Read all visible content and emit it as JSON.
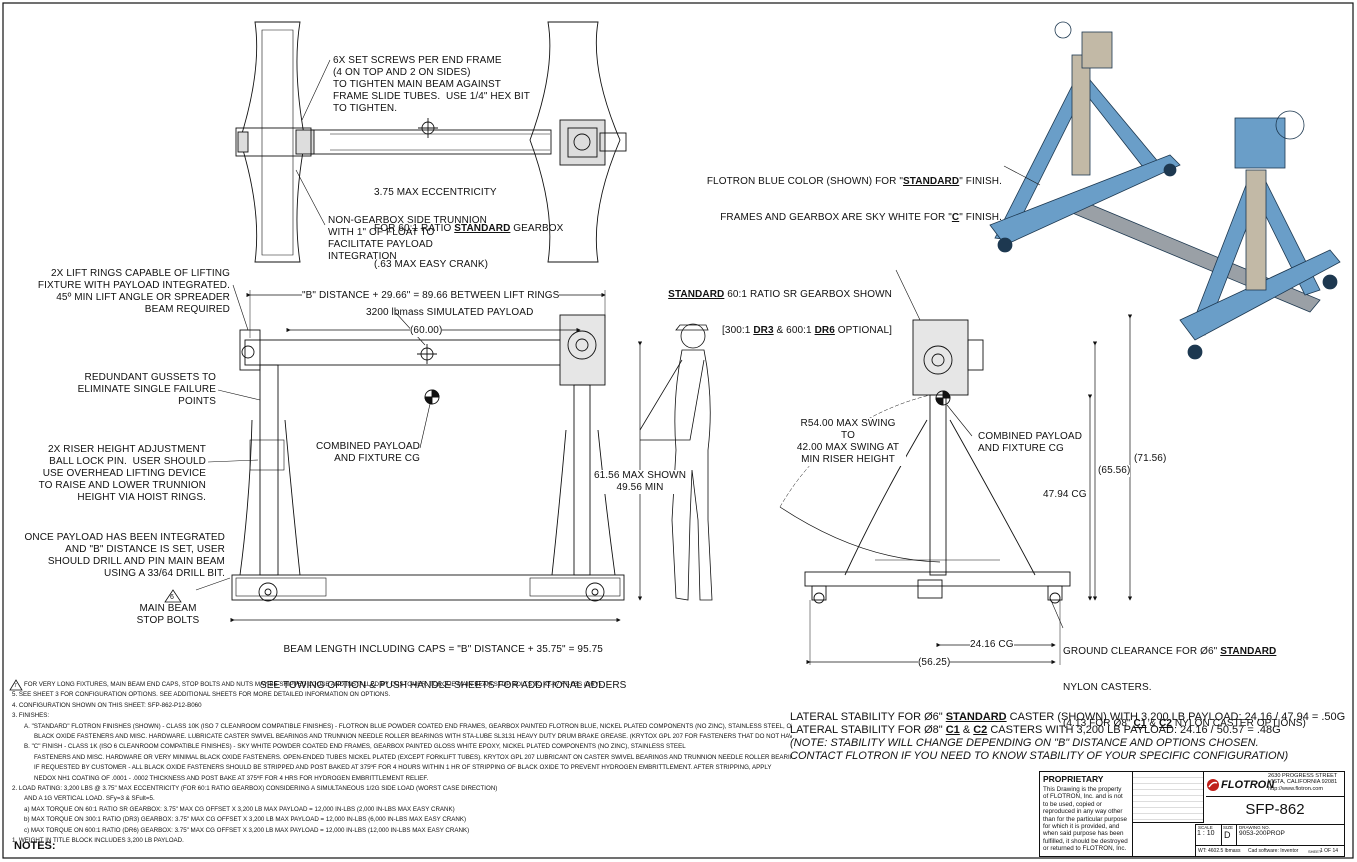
{
  "annotations": {
    "set_screws": "6X SET SCREWS PER END FRAME\n(4 ON TOP AND 2 ON SIDES)\nTO TIGHTEN MAIN BEAM AGAINST\nFRAME SLIDE TUBES.  USE 1/4\" HEX BIT\nTO TIGHTEN.",
    "eccentricity_a": "3.75 MAX ECCENTRICITY",
    "eccentricity_b_pre": "FOR 60:1 RATIO ",
    "eccentricity_b_u": "STANDARD",
    "eccentricity_b_post": " GEARBOX",
    "eccentricity_c": "(.63 MAX EASY CRANK)",
    "trunnion": "NON-GEARBOX SIDE TRUNNION\nWITH 1\" OF FLOAT TO\nFACILITATE PAYLOAD\nINTEGRATION",
    "color_a_pre": "FLOTRON BLUE COLOR (SHOWN) FOR \"",
    "color_a_u": "STANDARD",
    "color_a_post": "\" FINISH.",
    "color_b_pre": "FRAMES AND GEARBOX ARE SKY WHITE FOR \"",
    "color_b_u": "C",
    "color_b_post": "\" FINISH.",
    "lift_rings": "2X LIFT RINGS CAPABLE OF LIFTING\nFIXTURE WITH PAYLOAD INTEGRATED.\n45º MIN LIFT ANGLE OR SPREADER\nBEAM REQUIRED",
    "b_distance_top": "\"B\" DISTANCE + 29.66\" = 89.66 BETWEEN LIFT RINGS",
    "sim_payload": "3200 lbmass SIMULATED PAYLOAD",
    "dim_60": "(60.00)",
    "gussets": "REDUNDANT GUSSETS TO\nELIMINATE SINGLE FAILURE\nPOINTS",
    "combined_cg_left": "COMBINED PAYLOAD\nAND FIXTURE CG",
    "riser_pin": "2X RISER HEIGHT ADJUSTMENT\nBALL LOCK PIN.  USER SHOULD\nUSE OVERHEAD LIFTING DEVICE\nTO RAISE AND LOWER TRUNNION\nHEIGHT VIA HOIST RINGS.",
    "max_shown": "61.56 MAX SHOWN\n49.56 MIN",
    "drill_pin": "ONCE PAYLOAD HAS BEEN INTEGRATED\nAND \"B\" DISTANCE IS SET, USER\nSHOULD DRILL AND PIN MAIN BEAM\nUSING A 33/64 DRILL BIT.",
    "flag6": "6",
    "stop_bolts": "MAIN BEAM\nSTOP BOLTS",
    "beam_length": "BEAM LENGTH INCLUDING CAPS = \"B\" DISTANCE + 35.75\" = 95.75",
    "towing": "SEE TOWING OPTION & PUSH HANDLE SHEETS FOR ADDITIONAL ADDERS",
    "gearbox_std_u": "STANDARD",
    "gearbox_std_post": " 60:1 RATIO SR GEARBOX SHOWN",
    "gearbox_opt_pre": "[300:1 ",
    "gearbox_opt_dr3": "DR3",
    "gearbox_opt_mid": " & 600:1 ",
    "gearbox_opt_dr6": "DR6",
    "gearbox_opt_post": " OPTIONAL]",
    "swing": "R54.00 MAX SWING\nTO\n42.00 MAX SWING AT\nMIN RISER HEIGHT",
    "combined_cg_right": "COMBINED PAYLOAD\nAND FIXTURE CG",
    "dim_7156": "(71.56)",
    "dim_6556": "(65.56)",
    "dim_4794": "47.94 CG",
    "dim_2416": "24.16 CG",
    "dim_5625": "(56.25)",
    "ground_a_pre": "GROUND CLEARANCE FOR Ø6\" ",
    "ground_a_u": "STANDARD",
    "ground_b": "NYLON CASTERS.",
    "ground_c_pre": "(4.13 FOR Ø8\" ",
    "ground_c_c1": "C1",
    "ground_c_mid": " & ",
    "ground_c_c2": "C2",
    "ground_c_post": " NYLON CASTER OPTIONS)"
  },
  "stability": {
    "line1_pre": "LATERAL STABILITY FOR Ø6\" ",
    "line1_u": "STANDARD",
    "line1_post": " CASTER (SHOWN) WITH 3,200 LB PAYLOAD: 24.16 / 47.94 = .50G",
    "line2_pre": "LATERAL STABILITY FOR Ø8\" ",
    "line2_c1": "C1",
    "line2_mid": " & ",
    "line2_c2": "C2",
    "line2_post": " CASTERS WITH 3,200 LB PAYLOAD: 24.16 / 50.57 = .48G",
    "line3": "(NOTE: STABILITY WILL CHANGE DEPENDING ON \"B\" DISTANCE AND OPTIONS CHOSEN.",
    "line4": "CONTACT FLOTRON IF YOU NEED TO KNOW STABILITY OF YOUR SPECIFIC CONFIGURATION)"
  },
  "notes": {
    "title": "NOTES:",
    "lines": [
      "FOR VERY LONG FIXTURES, MAIN BEAM END CAPS, STOP BOLTS AND NUTS MAY BE SHIPPED LOOSE AND INSTALLED BY CUSTOMER.  TORQUE MAIN BEAM STOP BOLTS TO 42-47 FT-LBS (DRY).",
      "5.  SEE SHEET 3 FOR CONFIGURATION OPTIONS. SEE ADDITIONAL SHEETS FOR MORE DETAILED INFORMATION ON OPTIONS.",
      "4.  CONFIGURATION SHOWN ON THIS SHEET: SFP-862-P12-B060",
      "3.  FINISHES:",
      "A. \"STANDARD\" FLOTRON FINISHES (SHOWN) - CLASS 10K (ISO 7 CLEANROOM COMPATIBLE FINISHES) - FLOTRON BLUE POWDER COATED END FRAMES, GEARBOX PAINTED FLOTRON BLUE, NICKEL PLATED COMPONENTS (NO ZINC), STAINLESS STEEL, OR",
      "BLACK OXIDE FASTENERS AND MISC. HARDWARE. LUBRICATE CASTER SWIVEL BEARINGS AND TRUNNION NEEDLE ROLLER BEARINGS WITH STA-LUBE SL3131 HEAVY DUTY DRUM BRAKE GREASE.  (KRYTOX GPL 207 FOR FASTENERS THAT DO NOT HAVE TORQUE CHART)",
      "B. \"C\" FINISH - CLASS 1K (ISO 6 CLEANROOM COMPATIBLE FINISHES) - SKY WHITE POWDER COATED END FRAMES, GEARBOX PAINTED GLOSS WHITE EPOXY, NICKEL PLATED COMPONENTS (NO ZINC), STAINLESS STEEL",
      "FASTENERS AND MISC. HARDWARE OR VERY MINIMAL BLACK OXIDE FASTENERS.  OPEN-ENDED TUBES NICKEL PLATED (EXCEPT FORKLIFT TUBES). KRYTOX GPL 207 LUBRICANT ON CASTER SWIVEL BEARINGS AND TRUNNION NEEDLE ROLLER BEARINGS.",
      "IF REQUESTED BY CUSTOMER - ALL BLACK OXIDE FASTENERS SHOULD BE STRIPPED AND POST BAKED AT 375ºF FOR 4 HOURS WITHIN 1 HR OF STRIPPING OF BLACK OXIDE TO PREVENT HYDROGEN EMBRITTLEMENT.  AFTER STRIPPING, APPLY",
      "NEDOX NH1 COATING OF .0001 - .0002 THICKNESS AND POST BAKE AT 375ºF FOR 4 HRS FOR HYDROGEN EMBRITTLEMENT RELIEF.",
      "2.  LOAD RATING: 3,200 LBS @ 3.75\" MAX ECCENTRICITY (FOR 60:1 RATIO GEARBOX) CONSIDERING A SIMULTANEOUS 1/2G SIDE LOAD (WORST CASE DIRECTION)",
      "AND A 1G VERTICAL LOAD.  SFy=3 & SFult=5.",
      "a) MAX TORQUE ON 60:1 RATIO SR GEARBOX:  3.75\" MAX CG OFFSET X 3,200 LB MAX PAYLOAD = 12,000 IN-LBS (2,000 IN-LBS MAX EASY CRANK)",
      "b) MAX TORQUE ON 300:1 RATIO (DR3) GEARBOX:  3.75\" MAX CG OFFSET X 3,200 LB MAX PAYLOAD = 12,000 IN-LBS (6,000 IN-LBS MAX EASY CRANK)",
      "c) MAX TORQUE ON 600:1 RATIO (DR6) GEARBOX:  3.75\" MAX CG OFFSET X 3,200 LB MAX PAYLOAD = 12,000 IN-LBS (12,000 IN-LBS MAX EASY CRANK)",
      "1.  WEIGHT IN TITLE BLOCK INCLUDES 3,200 LB PAYLOAD."
    ],
    "flag7": "7"
  },
  "titleblock": {
    "proprietary_title": "PROPRIETARY",
    "proprietary_text": "This Drawing is the property\nof FLOTRON, Inc. and is not\nto be used, copied or\nreproduced in any way other\nthan for the particular purpose\nfor which it is provided, and\nwhen said purpose has been\nfulfilled, it should be destroyed\nor returned to FLOTRON, Inc.",
    "logo": "FLOTRON",
    "address": "2630 PROGRESS STREET\nVISTA, CALIFORNIA 92081\nhttp://www.flotron.com",
    "drawing_id": "SFP-862",
    "scale_label": "SCALE",
    "scale": "1 : 10",
    "size_label": "SIZE",
    "size": "D",
    "dwgno_label": "DRAWING NO.",
    "dwgno": "9053-200PROP",
    "weight": "WT: 4602.5 lbmass",
    "software": "Cad software: Inventor",
    "sheet_label": "SHEET",
    "sheet": "1 OF 14"
  },
  "colors": {
    "frame_blue": "#6a9ec8",
    "beam_gray": "#9aa0a6",
    "line": "#111111"
  }
}
